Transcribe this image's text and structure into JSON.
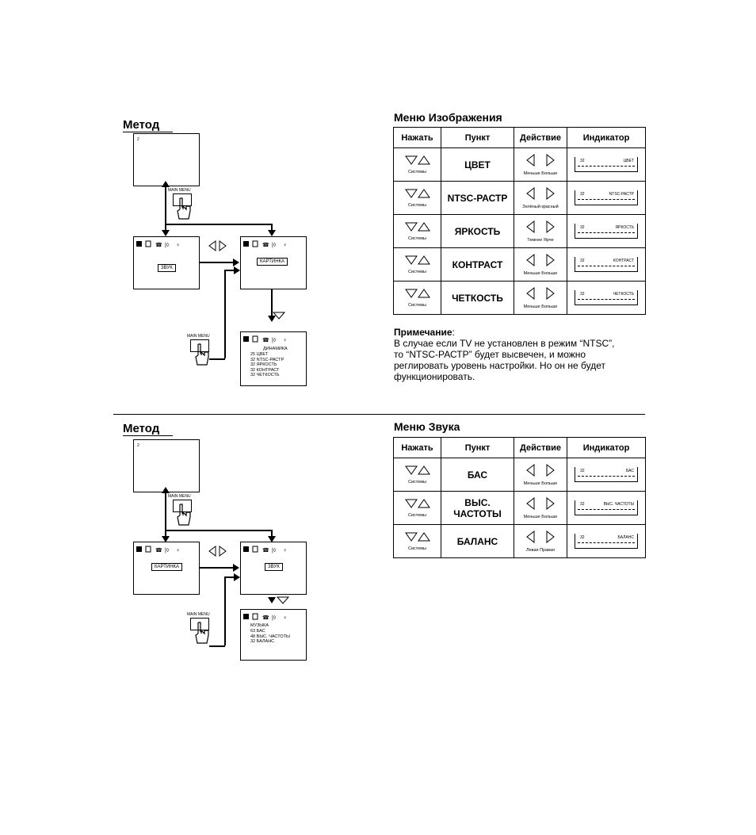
{
  "section1": {
    "method_title": "Метод",
    "menu_title": "Меню Изображения",
    "screen_number": "2",
    "main_menu_label": "MAIN MENU",
    "screen_a_label": "ЗВУК",
    "screen_b_label": "КАРТИНКА",
    "menu_header": "ДИНАМИКА",
    "menu_lines": [
      "25 ЦВЕТ",
      "32 NTSC-РАСТР",
      "32 ЯРКОСТЬ",
      "32 КОНТРАСТ",
      "32 ЧЕТКОСТЬ"
    ],
    "table": {
      "headers": [
        "Нажать",
        "Пункт",
        "Действие",
        "Индикатор"
      ],
      "rows": [
        {
          "press": "Системы",
          "item": "ЦВЕТ",
          "left": "Меньше",
          "right": "Больше",
          "ind_val": "32",
          "ind_name": "ЦВЕТ"
        },
        {
          "press": "Системы",
          "item": "NTSC-РАСТР",
          "left": "Зелёный",
          "right": "красный",
          "ind_val": "32",
          "ind_name": "NTSC-РАСТР"
        },
        {
          "press": "Системы",
          "item": "ЯРКОСТЬ",
          "left": "Темнее",
          "right": "Ярче",
          "ind_val": "32",
          "ind_name": "ЯРКОСТЬ"
        },
        {
          "press": "Системы",
          "item": "КОНТРАСТ",
          "left": "Меньше",
          "right": "Больше",
          "ind_val": "32",
          "ind_name": "КОНТРАСТ"
        },
        {
          "press": "Системы",
          "item": "ЧЕТКОСТЬ",
          "left": "Меньше",
          "right": "Больше",
          "ind_val": "32",
          "ind_name": "ЧЕТКОСТЬ"
        }
      ]
    },
    "note_title": "Примечание",
    "note_lines": [
      "В случае если TV не установлен в режим “NTSC”,",
      "то “NTSC-РАСТР” будет высвечен, и можно",
      "реглировать уровень настройки. Но он не будет",
      "функционировать."
    ]
  },
  "section2": {
    "method_title": "Метод",
    "menu_title": "Меню Звука",
    "screen_number": "2",
    "main_menu_label": "MAIN MENU",
    "screen_a_label": "КАРТИНКА",
    "screen_b_label": "ЗВУК",
    "menu_header": "МУЗЫКА",
    "menu_lines": [
      "63 БАС",
      "48 ВЫС. ЧАСТОТЫ",
      "32 БАЛАНС"
    ],
    "table": {
      "headers": [
        "Нажать",
        "Пункт",
        "Действие",
        "Индикатор"
      ],
      "rows": [
        {
          "press": "Системы",
          "item": "БАС",
          "left": "Меньше",
          "right": "Больше",
          "ind_val": "32",
          "ind_name": "БАС"
        },
        {
          "press": "Системы",
          "item": "ВЫС. ЧАСТОТЫ",
          "left": "Меньше",
          "right": "Больше",
          "ind_val": "32",
          "ind_name": "ВЫС. ЧАСТОТЫ"
        },
        {
          "press": "Системы",
          "item": "БАЛАНС",
          "left": "Левая",
          "right": "Правая",
          "ind_val": "32",
          "ind_name": "БАЛАНС"
        }
      ]
    }
  }
}
